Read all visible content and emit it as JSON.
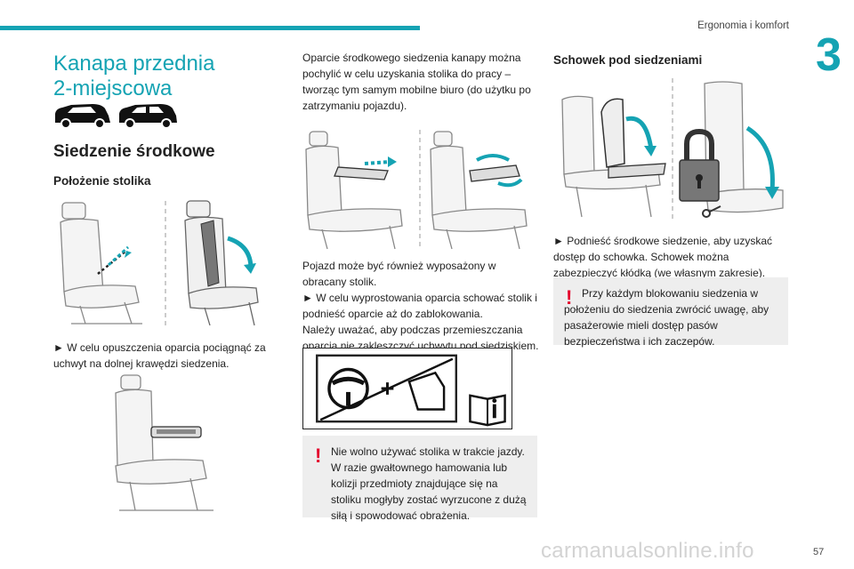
{
  "header": {
    "running_title": "Ergonomia i komfort",
    "chapter_number": "3",
    "accent_color": "#15a3b3"
  },
  "col1": {
    "title_line1": "Kanapa przednia",
    "title_line2": "2-miejscowa",
    "section_heading": "Siedzenie środkowe",
    "sub_heading": "Położenie stolika",
    "instruction": "► W celu opuszczenia oparcia pociągnąć za uchwyt na dolnej krawędzi siedzenia."
  },
  "col2": {
    "intro": "Oparcie środkowego siedzenia kanapy można pochylić w celu uzyskania stolika do pracy – tworząc tym samym mobilne biuro (do użytku po zatrzymaniu pojazdu).",
    "para_line1": "Pojazd może być również wyposażony w obracany stolik.",
    "para_line2": "► W celu wyprostowania oparcia schować stolik i podnieść oparcie aż do zablokowania.",
    "para_line3": "Należy uważać, aby podczas przemieszczania oparcia nie zakleszczyć uchwytu pod siedziskiem.",
    "warning_first": "Nie wolno używać stolika w trakcie jazdy.",
    "warning_rest": "W razie gwałtownego hamowania lub kolizji przedmioty znajdujące się na stoliku mogłyby zostać wyrzucone z dużą siłą i spowodować obrażenia.",
    "warning_color": "#e4002b"
  },
  "col3": {
    "sub_heading": "Schowek pod siedzeniami",
    "instruction": "► Podnieść środkowe siedzenie, aby uzyskać dostęp do schowka. Schowek można zabezpieczyć kłódką (we własnym zakresie).",
    "warning_first": "Przy każdym blokowaniu siedzenia w",
    "warning_rest": "położeniu do siedzenia zwrócić uwagę, aby pasażerowie mieli dostęp pasów bezpieczeństwa i ich zaczepów."
  },
  "footer": {
    "page_number": "57",
    "watermark": "carmanualsonline.info"
  },
  "icons": {
    "car_1": "van-icon",
    "car_2": "van-icon",
    "warning_symbol": "exclamation-icon",
    "manual_symbol": "info-book-icon"
  }
}
